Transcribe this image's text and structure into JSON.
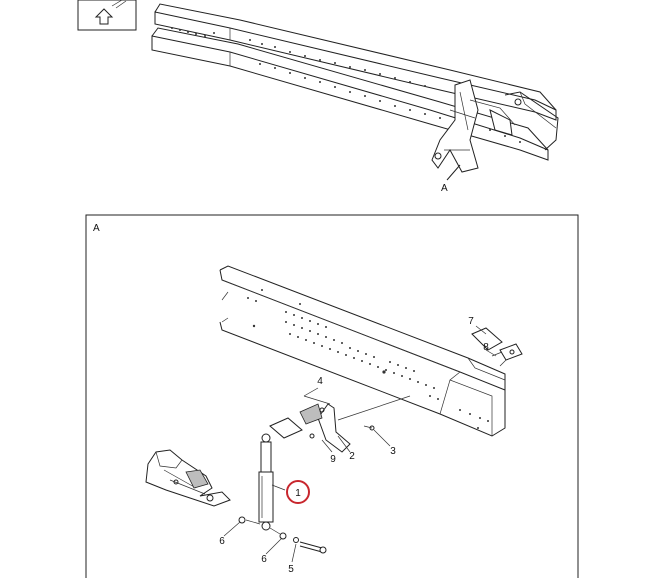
{
  "view_callout": "A",
  "detail_panel": {
    "label": "A"
  },
  "callouts": [
    {
      "id": "c1",
      "text": "1",
      "highlighted": true
    },
    {
      "id": "c2",
      "text": "2"
    },
    {
      "id": "c3",
      "text": "3"
    },
    {
      "id": "c4",
      "text": "4"
    },
    {
      "id": "c5",
      "text": "5"
    },
    {
      "id": "c6a",
      "text": "6"
    },
    {
      "id": "c6b",
      "text": "6"
    },
    {
      "id": "c7",
      "text": "7"
    },
    {
      "id": "c8",
      "text": "8"
    },
    {
      "id": "c9",
      "text": "9"
    }
  ],
  "colors": {
    "highlight": "#c8262d",
    "line": "#222222",
    "shade": "#bdbdbd"
  },
  "icons": {
    "orientation": "front-arrow-icon"
  }
}
